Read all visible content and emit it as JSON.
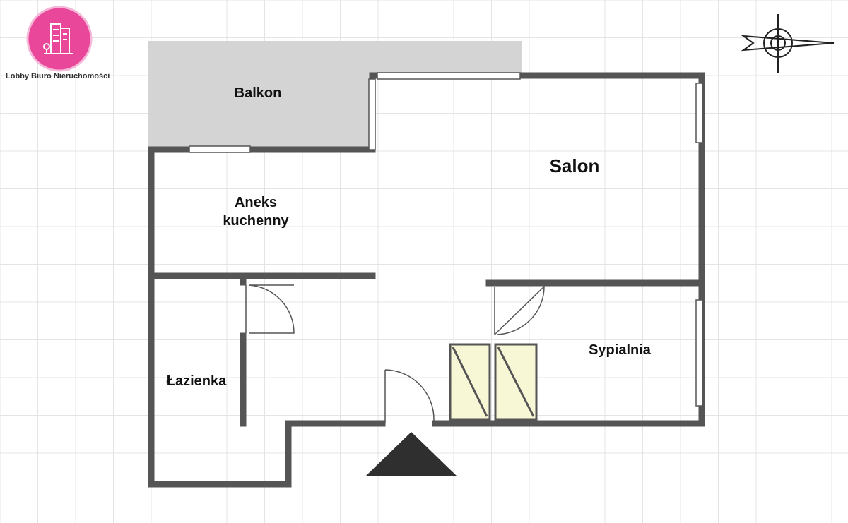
{
  "brand": {
    "name": "Lobby Biuro Nieruchomości",
    "accent_color": "#e8479a"
  },
  "rooms": [
    {
      "id": "balkon",
      "label": "Balkon"
    },
    {
      "id": "salon",
      "label": "Salon"
    },
    {
      "id": "aneks",
      "label": "Aneks\nkuchenny"
    },
    {
      "id": "lazienka",
      "label": "Łazienka"
    },
    {
      "id": "sypialnia",
      "label": "Sypialnia"
    }
  ],
  "colors": {
    "wall": "#555555",
    "grid": "#e4e4e4",
    "balcony_fill": "#d4d4d4",
    "wardrobe_fill": "#f7f7d6",
    "entrance_marker": "#2f2f2f"
  },
  "icons": {
    "compass": "compass-rose-icon",
    "logo": "building-logo-icon",
    "entrance": "entrance-arrow-icon"
  }
}
